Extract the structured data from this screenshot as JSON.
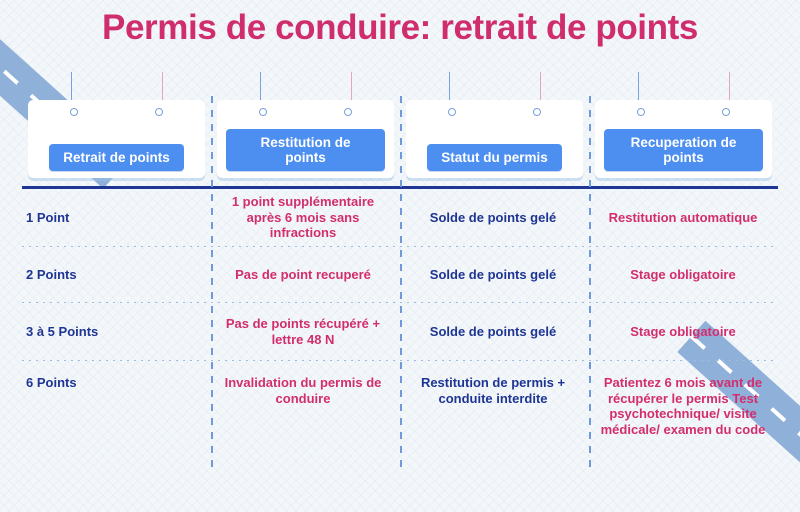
{
  "title": "Permis de conduire: retrait de points",
  "colors": {
    "pink": "#d32d6e",
    "navy": "#1f3593",
    "chip_blue": "#4d8ff0",
    "road_blue": "#8fb0d8",
    "background": "#f3f7fa"
  },
  "columns": [
    {
      "label": "Retrait de points"
    },
    {
      "label": "Restitution de points"
    },
    {
      "label": "Statut du permis"
    },
    {
      "label": "Recuperation de points"
    }
  ],
  "rows": [
    {
      "points": "1 Point",
      "restitution": "1 point supplémentaire après 6 mois sans infractions",
      "statut": "Solde de points gelé",
      "recuperation": "Restitution automatique"
    },
    {
      "points": "2 Points",
      "restitution": "Pas de point recuperé",
      "statut": "Solde de points gelé",
      "recuperation": "Stage obligatoire"
    },
    {
      "points": "3 à 5 Points",
      "restitution": "Pas de points récupéré + lettre 48 N",
      "statut": "Solde de points gelé",
      "recuperation": "Stage obligatoire"
    },
    {
      "points": "6 Points",
      "restitution": "Invalidation du permis de conduire",
      "statut": "Restitution de permis + conduite interdite",
      "recuperation": "Patientez 6 mois avant de récupérer le permis Test psychotechnique/ visite médicale/ examen du code"
    }
  ],
  "decorations": {
    "road_top_left": "road-stripe-icon",
    "road_bottom_right": "road-stripe-icon"
  }
}
